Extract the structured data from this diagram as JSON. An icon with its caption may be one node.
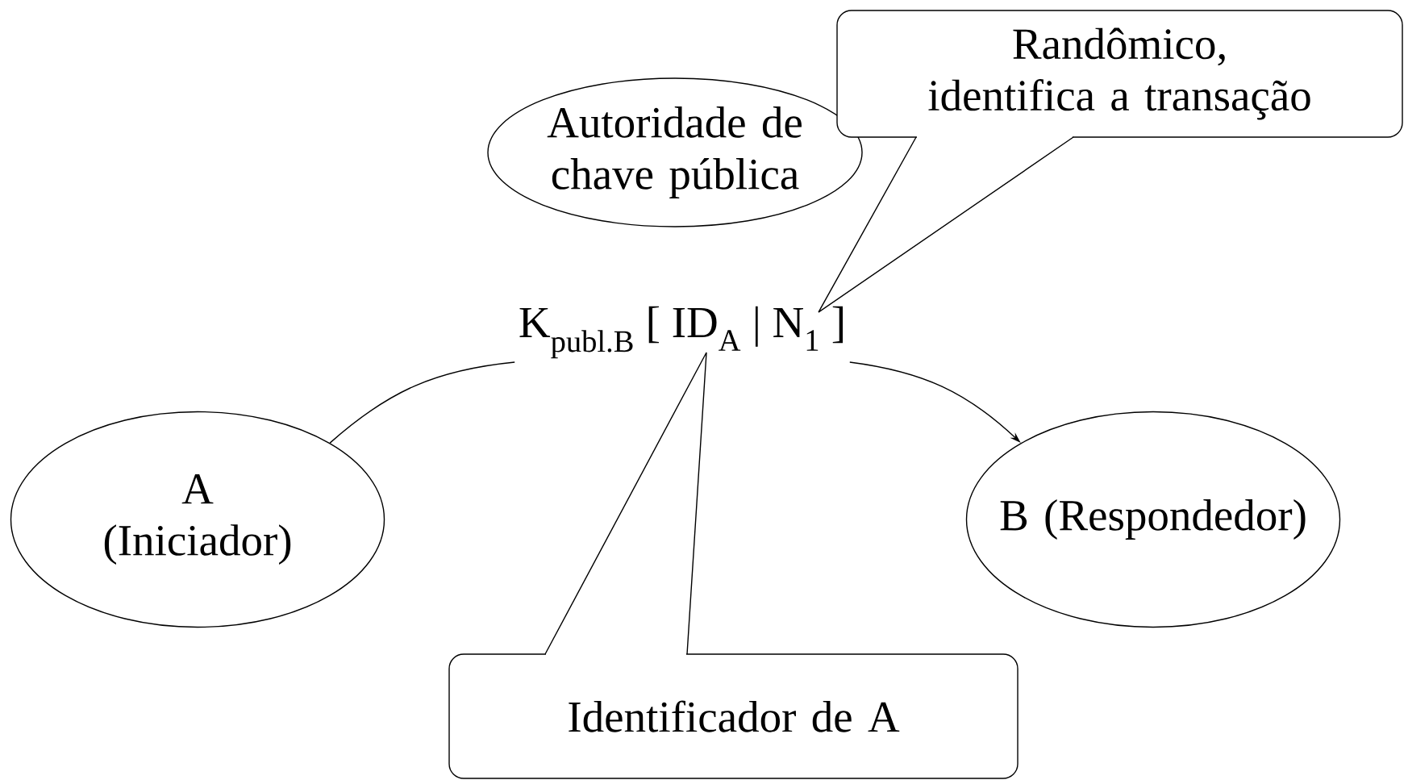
{
  "diagram": {
    "nodes": [
      {
        "text": [
          "Autoridade de chave pública"
        ]
      },
      {
        "text": [
          "Randômico, identifica a transação"
        ]
      },
      {
        "text": [
          "K$_{publ.B}$ [ ID$_{A}$ | N$_{1}$ ]"
        ]
      },
      {
        "text": [
          "A (Iniciador)"
        ]
      },
      {
        "text": [
          "B (Respondedor)"
        ]
      },
      {
        "text": [
          "Identificador de A"
        ]
      }
    ],
    "edges": [
      {
        "from": 1,
        "to": 2,
        "arrow": "none"
      },
      {
        "from": 3,
        "to": 2,
        "arrow": "none"
      },
      {
        "from": 2,
        "to": 4,
        "arrow": "to"
      },
      {
        "from": 5,
        "to": 2,
        "arrow": "none"
      }
    ]
  }
}
